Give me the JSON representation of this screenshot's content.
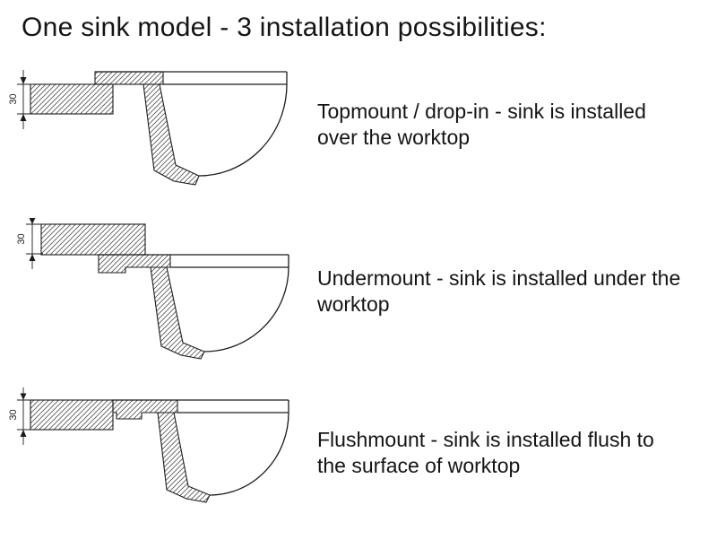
{
  "page": {
    "title": "One sink model - 3 installation possibilities:"
  },
  "dimension_label": "30",
  "rows": [
    {
      "id": "topmount",
      "description": "Topmount / drop-in - sink is installed over the worktop"
    },
    {
      "id": "undermount",
      "description": "Undermount - sink is installed under the worktop"
    },
    {
      "id": "flushmount",
      "description": "Flushmount - sink is installed flush to the surface of worktop"
    }
  ],
  "colors": {
    "line": "#1c1c1c",
    "hatch": "#3a3a3a",
    "background": "#ffffff",
    "text": "#141414"
  }
}
